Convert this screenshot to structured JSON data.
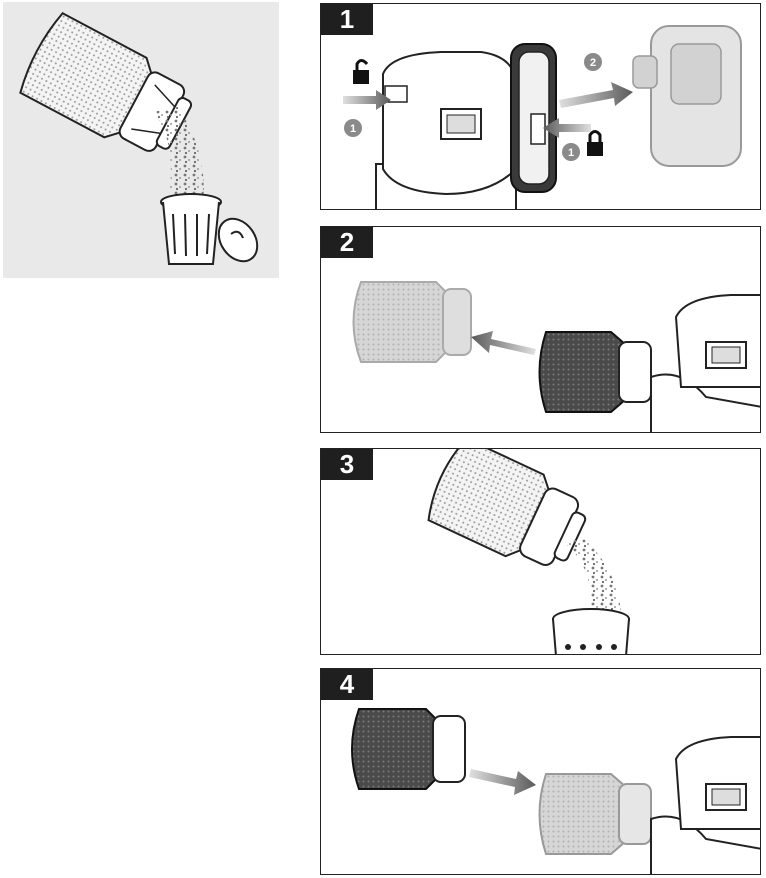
{
  "steps": [
    {
      "number": "1",
      "callouts": [
        "1",
        "2",
        "1"
      ]
    },
    {
      "number": "2"
    },
    {
      "number": "3"
    },
    {
      "number": "4"
    }
  ]
}
